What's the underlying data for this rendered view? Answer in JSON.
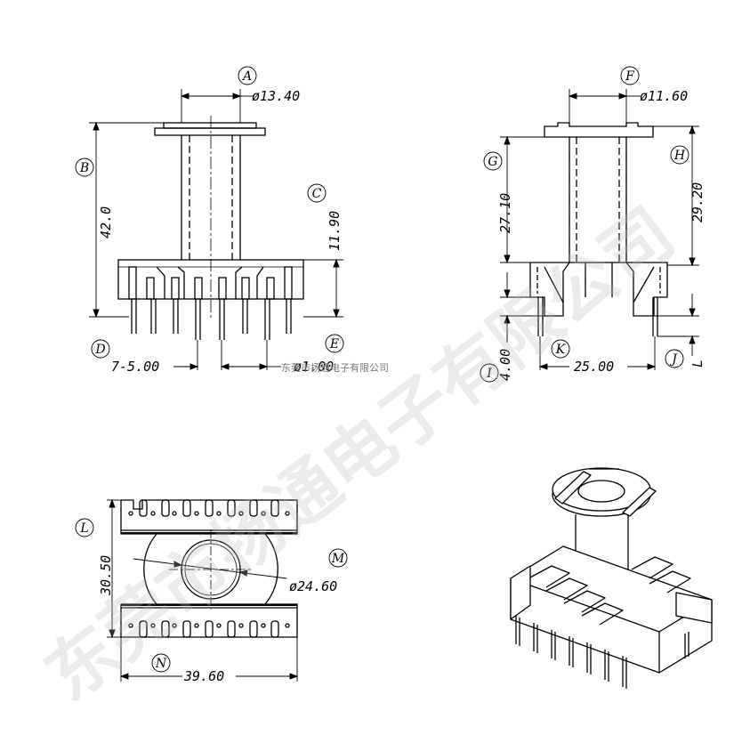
{
  "dimensions": {
    "A": "ø13.40",
    "B": "42.0",
    "C": "11.90",
    "D": "7-5.00",
    "E": "ø1.00",
    "F": "ø11.60",
    "G": "27.10",
    "H": "29.20",
    "I": "4.00",
    "K": "25.00",
    "J": "J",
    "L": "30.50",
    "L2": "L",
    "M": "ø24.60",
    "N": "39.60"
  },
  "labels": {
    "A": "A",
    "B": "B",
    "C": "C",
    "D": "D",
    "E": "E",
    "F": "F",
    "G": "G",
    "H": "H",
    "I": "I",
    "J": "J",
    "K": "K",
    "L": "L",
    "M": "M",
    "N": "N"
  },
  "watermark": {
    "big": "东莞市扬通电子有限公司",
    "small": "东莞市扬通电子有限公司"
  }
}
